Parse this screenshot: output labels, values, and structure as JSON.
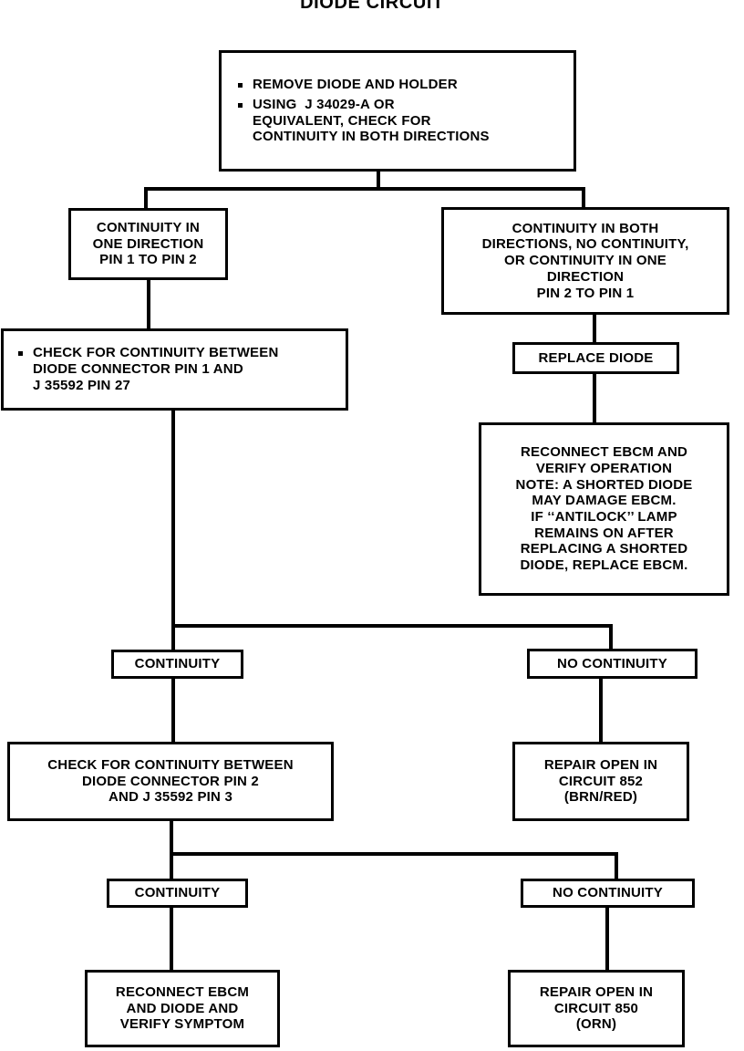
{
  "title": "DIODE CIRCUIT",
  "nodes": {
    "start": {
      "name": "remove-diode-and-holder",
      "bullets": [
        [
          "REMOVE DIODE AND HOLDER"
        ],
        [
          "USING  J 34029-A OR",
          "EQUIVALENT, CHECK FOR",
          "CONTINUITY IN BOTH DIRECTIONS"
        ]
      ]
    },
    "cont_one_dir": {
      "name": "continuity-one-direction",
      "lines": [
        "CONTINUITY IN",
        "ONE DIRECTION",
        "PIN 1 TO PIN 2"
      ]
    },
    "cont_both_dir": {
      "name": "continuity-both-directions",
      "lines": [
        "CONTINUITY IN BOTH",
        "DIRECTIONS, NO CONTINUITY,",
        "OR CONTINUITY IN ONE",
        "DIRECTION",
        "PIN 2 TO PIN 1"
      ]
    },
    "check_pin1": {
      "name": "check-continuity-pin-1",
      "bullets": [
        [
          "CHECK FOR CONTINUITY BETWEEN",
          "DIODE CONNECTOR PIN 1 AND",
          "J 35592 PIN 27"
        ]
      ]
    },
    "replace_diode": {
      "name": "replace-diode",
      "lines": [
        "REPLACE DIODE"
      ]
    },
    "reconnect_ebcm_note": {
      "name": "reconnect-ebcm-verify-operation",
      "lines": [
        "RECONNECT EBCM AND",
        "VERIFY OPERATION",
        "NOTE: A SHORTED DIODE",
        "MAY DAMAGE EBCM.",
        "IF ‘‘ANTILOCK’’ LAMP",
        "REMAINS ON AFTER",
        "REPLACING A SHORTED",
        "DIODE, REPLACE EBCM."
      ]
    },
    "continuity_1": {
      "name": "continuity-label-1",
      "lines": [
        "CONTINUITY"
      ]
    },
    "no_continuity_1": {
      "name": "no-continuity-label-1",
      "lines": [
        "NO CONTINUITY"
      ]
    },
    "check_pin2": {
      "name": "check-continuity-pin-2",
      "lines": [
        "CHECK FOR CONTINUITY BETWEEN",
        "DIODE CONNECTOR PIN 2",
        "AND J 35592 PIN 3"
      ]
    },
    "repair_852": {
      "name": "repair-open-circuit-852",
      "lines": [
        "REPAIR OPEN IN",
        "CIRCUIT 852",
        "(BRN/RED)"
      ]
    },
    "continuity_2": {
      "name": "continuity-label-2",
      "lines": [
        "CONTINUITY"
      ]
    },
    "no_continuity_2": {
      "name": "no-continuity-label-2",
      "lines": [
        "NO CONTINUITY"
      ]
    },
    "reconnect_verify": {
      "name": "reconnect-ebcm-and-diode",
      "lines": [
        "RECONNECT EBCM",
        "AND DIODE AND",
        "VERIFY SYMPTOM"
      ]
    },
    "repair_850": {
      "name": "repair-open-circuit-850",
      "lines": [
        "REPAIR OPEN IN",
        "CIRCUIT 850",
        "(ORN)"
      ]
    }
  },
  "colors": {
    "ink": "#000000",
    "paper": "#ffffff"
  }
}
